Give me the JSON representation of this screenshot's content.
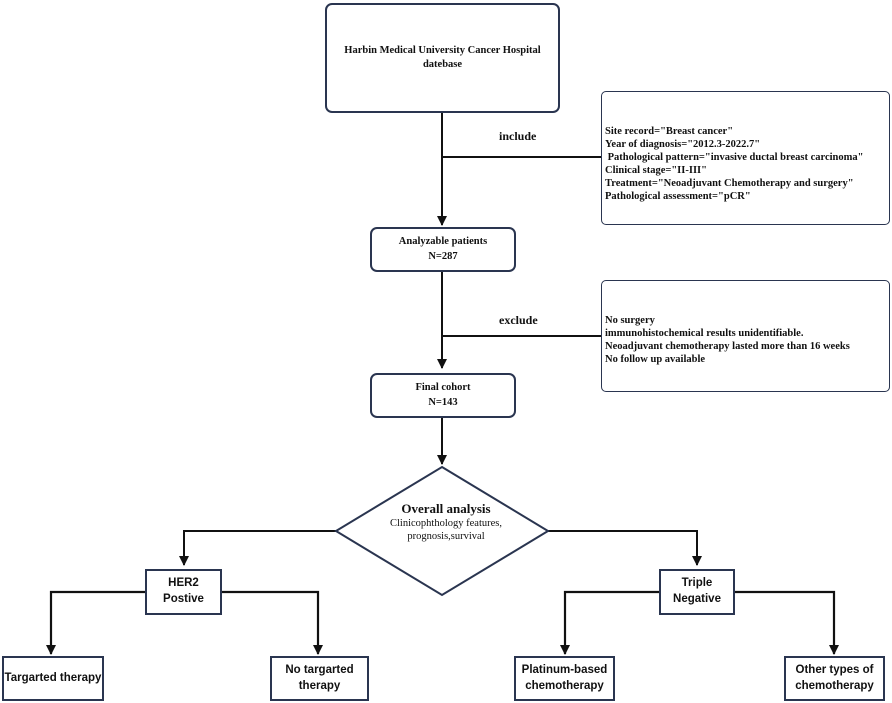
{
  "flowchart": {
    "source_box": {
      "line1": "Harbin Medical University Cancer Hospital",
      "line2": "datebase"
    },
    "include_label": "include",
    "inclusion_criteria": [
      "Site record=\"Breast cancer\"",
      "Year of diagnosis=\"2012.3-2022.7\"",
      " Pathological pattern=\"invasive ductal breast carcinoma\"",
      "Clinical stage=\"II-III\"",
      "Treatment=\"Neoadjuvant Chemotherapy and surgery\"",
      "Pathological assessment=\"pCR\""
    ],
    "analyzable_box": {
      "line1": "Analyzable patients",
      "line2": "N=287"
    },
    "exclude_label": "exclude",
    "exclusion_criteria": [
      "No surgery",
      "immunohistochemical results unidentifiable.",
      "Neoadjuvant chemotherapy lasted more than 16 weeks",
      "No follow up available"
    ],
    "final_box": {
      "line1": "Final cohort",
      "line2": "N=143"
    },
    "overall_analysis": {
      "title": "Overall analysis",
      "line1": "Clinicophthology features,",
      "line2": "prognosis,survival"
    },
    "her2_box": {
      "label": "HER2 Postive"
    },
    "triple_box": {
      "line1": "Triple",
      "line2": "Negative"
    },
    "targeted_box": {
      "label": "Targarted therapy"
    },
    "no_targeted_box": {
      "line1": "No targarted",
      "line2": "therapy"
    },
    "platinum_box": {
      "line1": "Platinum-based",
      "line2": "chemotherapy"
    },
    "other_box": {
      "line1": "Other types of",
      "line2": "chemotherapy"
    }
  },
  "colors": {
    "stroke": "#2a3550",
    "arrow": "#111111",
    "text": "#111111"
  }
}
